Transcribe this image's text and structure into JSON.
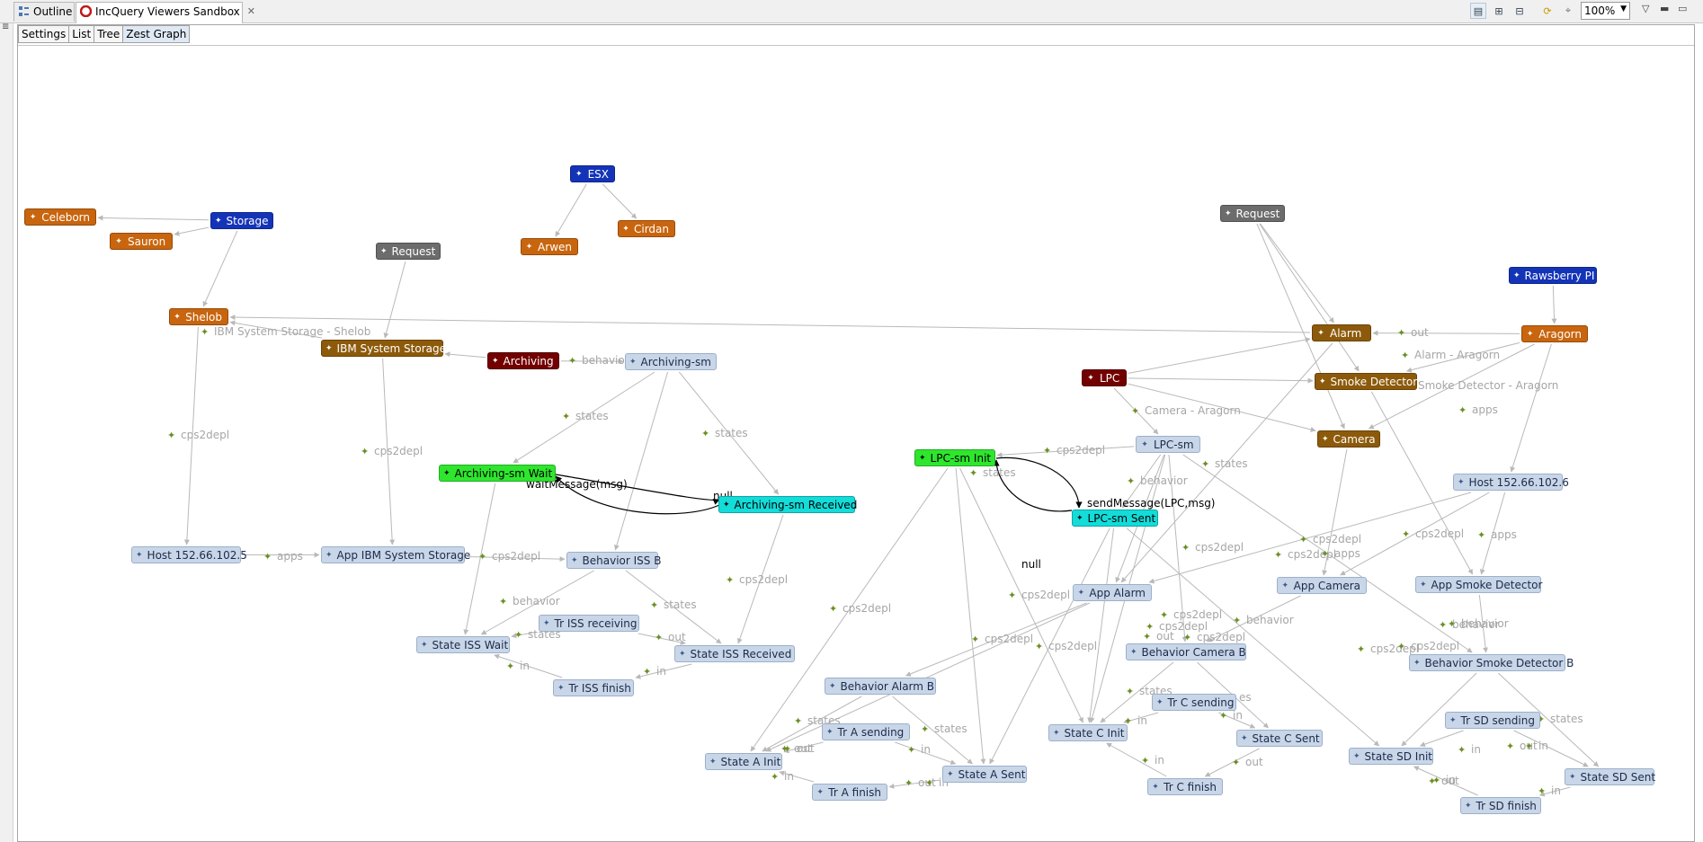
{
  "tabs": [
    {
      "label": "Outline",
      "active": false,
      "icon": "outline-icon"
    },
    {
      "label": "IncQuery Viewers Sandbox",
      "active": true,
      "icon": "incquery-icon"
    }
  ],
  "toolbar": {
    "zoom": "100%",
    "buttons": [
      "layout-horizontal-icon",
      "expand-icon",
      "collapse-icon",
      "refresh-icon",
      "pin-icon"
    ]
  },
  "view_tabs": [
    {
      "label": "Settings",
      "active": false
    },
    {
      "label": "List",
      "active": false
    },
    {
      "label": "Tree",
      "active": false
    },
    {
      "label": "Zest Graph",
      "active": true
    }
  ],
  "colors": {
    "orange": "#c8650e",
    "blue": "#1434b8",
    "gray": "#6c6c6c",
    "brown": "#8c5a0a",
    "darkred": "#720000",
    "green": "#2ee62e",
    "cyan": "#13dcd9",
    "light": "#c9d6e8",
    "edge": "#b9b9b9"
  },
  "graph": {
    "nodes": [
      {
        "id": "celeborn",
        "label": "Celeborn",
        "style": "orange"
      },
      {
        "id": "sauron",
        "label": "Sauron",
        "style": "orange"
      },
      {
        "id": "storage",
        "label": "Storage",
        "style": "blue"
      },
      {
        "id": "esx",
        "label": "ESX",
        "style": "blue"
      },
      {
        "id": "arwen",
        "label": "Arwen",
        "style": "orange"
      },
      {
        "id": "cirdan",
        "label": "Cirdan",
        "style": "orange"
      },
      {
        "id": "request1",
        "label": "Request",
        "style": "gray"
      },
      {
        "id": "request2",
        "label": "Request",
        "style": "gray"
      },
      {
        "id": "rawsberry",
        "label": "Rawsberry PI",
        "style": "blue"
      },
      {
        "id": "shelob",
        "label": "Shelob",
        "style": "orange"
      },
      {
        "id": "ibmstorage",
        "label": "IBM System Storage",
        "style": "brown"
      },
      {
        "id": "archiving",
        "label": "Archiving",
        "style": "darkred"
      },
      {
        "id": "archivingsm",
        "label": "Archiving-sm",
        "style": "light"
      },
      {
        "id": "alarm",
        "label": "Alarm",
        "style": "brown"
      },
      {
        "id": "aragorn",
        "label": "Aragorn",
        "style": "orange"
      },
      {
        "id": "lpc",
        "label": "LPC",
        "style": "darkred"
      },
      {
        "id": "smokedet",
        "label": "Smoke Detector",
        "style": "brown"
      },
      {
        "id": "camera",
        "label": "Camera",
        "style": "brown"
      },
      {
        "id": "lpcsm",
        "label": "LPC-sm",
        "style": "light"
      },
      {
        "id": "archwait",
        "label": "Archiving-sm Wait",
        "style": "green"
      },
      {
        "id": "archrecv",
        "label": "Archiving-sm Received",
        "style": "cyan"
      },
      {
        "id": "lpcinit",
        "label": "LPC-sm Init",
        "style": "green"
      },
      {
        "id": "lpcsent",
        "label": "LPC-sm Sent",
        "style": "cyan"
      },
      {
        "id": "host5",
        "label": "Host 152.66.102.5",
        "style": "light"
      },
      {
        "id": "appibm",
        "label": "App IBM System Storage",
        "style": "light"
      },
      {
        "id": "behiss",
        "label": "Behavior ISS B",
        "style": "light"
      },
      {
        "id": "host6",
        "label": "Host 152.66.102.6",
        "style": "light"
      },
      {
        "id": "appalarm",
        "label": "App Alarm",
        "style": "light"
      },
      {
        "id": "appcamera",
        "label": "App Camera",
        "style": "light"
      },
      {
        "id": "appsmoke",
        "label": "App Smoke Detector",
        "style": "light"
      },
      {
        "id": "trissrecv",
        "label": "Tr ISS receiving",
        "style": "light"
      },
      {
        "id": "stisswait",
        "label": "State ISS Wait",
        "style": "light"
      },
      {
        "id": "stissrecv",
        "label": "State ISS Received",
        "style": "light"
      },
      {
        "id": "trissfin",
        "label": "Tr ISS finish",
        "style": "light"
      },
      {
        "id": "behcam",
        "label": "Behavior Camera B",
        "style": "light"
      },
      {
        "id": "behsmoke",
        "label": "Behavior Smoke Detector B",
        "style": "light"
      },
      {
        "id": "behalarm",
        "label": "Behavior Alarm B",
        "style": "light"
      },
      {
        "id": "trcsend",
        "label": "Tr C sending",
        "style": "light"
      },
      {
        "id": "trsdsend",
        "label": "Tr SD sending",
        "style": "light"
      },
      {
        "id": "trasend",
        "label": "Tr A sending",
        "style": "light"
      },
      {
        "id": "stcinit",
        "label": "State C Init",
        "style": "light"
      },
      {
        "id": "stcsent",
        "label": "State C Sent",
        "style": "light"
      },
      {
        "id": "stsdinit",
        "label": "State SD Init",
        "style": "light"
      },
      {
        "id": "stainit",
        "label": "State A Init",
        "style": "light"
      },
      {
        "id": "stasent",
        "label": "State A Sent",
        "style": "light"
      },
      {
        "id": "stsdsent",
        "label": "State SD Sent",
        "style": "light"
      },
      {
        "id": "tracfin",
        "label": "Tr A finish",
        "style": "light"
      },
      {
        "id": "trcfin",
        "label": "Tr C finish",
        "style": "light"
      },
      {
        "id": "trsdfin",
        "label": "Tr SD finish",
        "style": "light"
      }
    ],
    "edge_labels": [
      {
        "text": "IBM System Storage - Shelob",
        "dark": false
      },
      {
        "text": "behavior",
        "dark": false
      },
      {
        "text": "states",
        "dark": false
      },
      {
        "text": "states",
        "dark": false
      },
      {
        "text": "cps2depl",
        "dark": false
      },
      {
        "text": "cps2depl",
        "dark": false
      },
      {
        "text": "cps2depl",
        "dark": false
      },
      {
        "text": "waitMessage(msg)",
        "dark": true
      },
      {
        "text": "null",
        "dark": true
      },
      {
        "text": "cps2depl",
        "dark": false
      },
      {
        "text": "apps",
        "dark": false
      },
      {
        "text": "cps2depl",
        "dark": false
      },
      {
        "text": "behavior",
        "dark": false
      },
      {
        "text": "states",
        "dark": false
      },
      {
        "text": "states",
        "dark": false
      },
      {
        "text": "out",
        "dark": false
      },
      {
        "text": "in",
        "dark": false
      },
      {
        "text": "in",
        "dark": false
      },
      {
        "text": "out",
        "dark": false
      },
      {
        "text": "Alarm - Aragorn",
        "dark": false
      },
      {
        "text": "Smoke Detector - Aragorn",
        "dark": false
      },
      {
        "text": "Camera - Aragorn",
        "dark": false
      },
      {
        "text": "behavior",
        "dark": false
      },
      {
        "text": "states",
        "dark": false
      },
      {
        "text": "cps2depl",
        "dark": false
      },
      {
        "text": "states",
        "dark": false
      },
      {
        "text": "sendMessage(LPC,msg)",
        "dark": true
      },
      {
        "text": "null",
        "dark": true
      },
      {
        "text": "cps2depl",
        "dark": false
      },
      {
        "text": "cps2depl",
        "dark": false
      },
      {
        "text": "cps2depl",
        "dark": false
      },
      {
        "text": "cps2depl",
        "dark": false
      },
      {
        "text": "apps",
        "dark": false
      },
      {
        "text": "cps2depl",
        "dark": false
      },
      {
        "text": "apps",
        "dark": false
      },
      {
        "text": "apps",
        "dark": false
      },
      {
        "text": "cps2depl",
        "dark": false
      },
      {
        "text": "cps2depl",
        "dark": false
      },
      {
        "text": "cps2depl",
        "dark": false
      },
      {
        "text": "cps2depl",
        "dark": false
      },
      {
        "text": "cps2depl",
        "dark": false
      },
      {
        "text": "behavior",
        "dark": false
      },
      {
        "text": "behavior",
        "dark": false
      },
      {
        "text": "cps2depl",
        "dark": false
      },
      {
        "text": "behavior",
        "dark": false
      },
      {
        "text": "cps2depl",
        "dark": false
      },
      {
        "text": "states",
        "dark": false
      },
      {
        "text": "es",
        "dark": false
      },
      {
        "text": "states",
        "dark": false
      },
      {
        "text": "states",
        "dark": false
      },
      {
        "text": "states",
        "dark": false
      },
      {
        "text": "out",
        "dark": false
      },
      {
        "text": "in",
        "dark": false
      },
      {
        "text": "in",
        "dark": false
      },
      {
        "text": "out",
        "dark": false
      },
      {
        "text": "in",
        "dark": false
      },
      {
        "text": "in",
        "dark": false
      },
      {
        "text": "out",
        "dark": false
      },
      {
        "text": "in",
        "dark": false
      },
      {
        "text": "out",
        "dark": false
      },
      {
        "text": "in",
        "dark": false
      },
      {
        "text": "in",
        "dark": false
      },
      {
        "text": "out",
        "dark": false
      },
      {
        "text": "in",
        "dark": false
      },
      {
        "text": "out",
        "dark": false
      },
      {
        "text": "in",
        "dark": false
      },
      {
        "text": "out",
        "dark": false
      },
      {
        "text": "in",
        "dark": false
      }
    ]
  }
}
